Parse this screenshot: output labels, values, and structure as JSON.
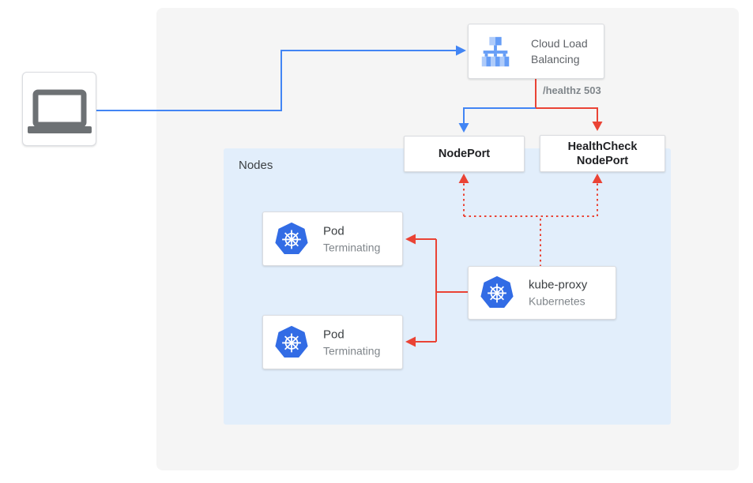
{
  "nodes": {
    "client": {
      "icon": "laptop-icon"
    },
    "cloud_load_balancing": {
      "icon": "cloud-load-balancing-icon",
      "label_line1": "Cloud Load",
      "label_line2": "Balancing"
    },
    "nodeport": {
      "label": "NodePort"
    },
    "healthcheck_nodeport": {
      "label_line1": "HealthCheck",
      "label_line2": "NodePort"
    },
    "nodes_group": {
      "label": "Nodes"
    },
    "pod_1": {
      "icon": "kubernetes-icon",
      "title": "Pod",
      "status": "Terminating"
    },
    "pod_2": {
      "icon": "kubernetes-icon",
      "title": "Pod",
      "status": "Terminating"
    },
    "kube_proxy": {
      "icon": "kubernetes-icon",
      "title": "kube-proxy",
      "subtitle": "Kubernetes"
    }
  },
  "edges": {
    "healthz_label": "/healthz 503"
  },
  "colors": {
    "traffic_blue": "#4285F4",
    "error_red": "#EA4335",
    "outer_panel_bg": "#F5F5F5",
    "nodes_panel_bg": "#E2EEFB",
    "kubernetes_blue": "#326CE5",
    "icon_light_blue": "#AECBFA",
    "icon_medium_blue": "#669DF6",
    "laptop_gray": "#6D7174"
  }
}
